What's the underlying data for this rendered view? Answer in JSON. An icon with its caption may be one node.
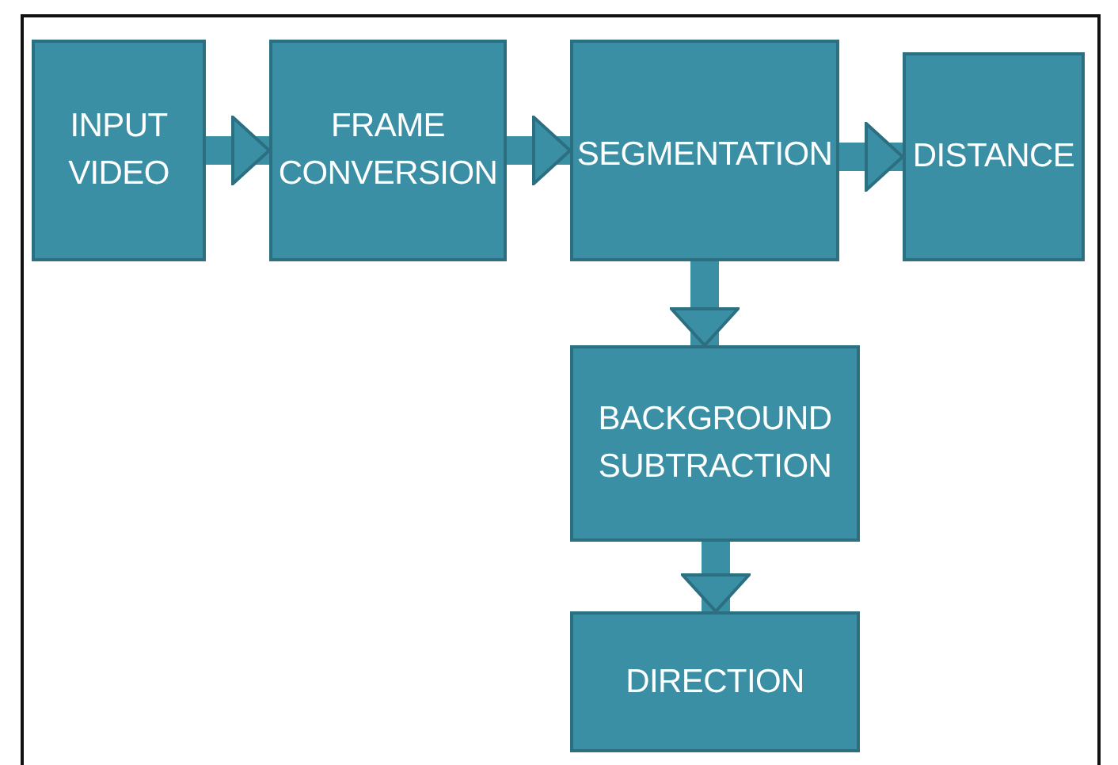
{
  "diagram": {
    "nodes": [
      {
        "text": [
          "INPUT VIDEO"
        ]
      },
      {
        "text": [
          "FRAME CONVERSION"
        ]
      },
      {
        "text": [
          "SEGMENTATION"
        ]
      },
      {
        "text": [
          "DISTANCE"
        ]
      },
      {
        "text": [
          "BACKGROUND SUBTRACTION"
        ]
      },
      {
        "text": [
          "DIRECTION"
        ]
      }
    ],
    "edges": [
      {
        "from": 0,
        "to": 1,
        "arrow": "to"
      },
      {
        "from": 1,
        "to": 2,
        "arrow": "to"
      },
      {
        "from": 2,
        "to": 3,
        "arrow": "to"
      },
      {
        "from": 2,
        "to": 4,
        "arrow": "to"
      },
      {
        "from": 4,
        "to": 5,
        "arrow": "to"
      }
    ]
  }
}
